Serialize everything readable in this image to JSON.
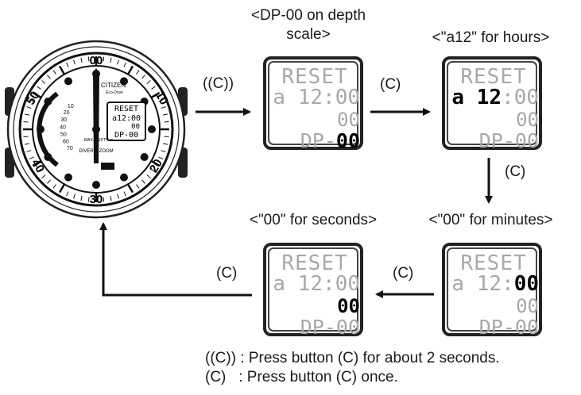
{
  "captions": {
    "dp_scale": "<DP-00 on depth scale>",
    "hours": "<\"a12\" for hours>",
    "minutes": "<\"00\" for minutes>",
    "seconds": "<\"00\" for seconds>"
  },
  "arrow_labels": {
    "long_press": "((C))",
    "press_1": "(C)",
    "press_2": "(C)",
    "press_3": "(C)",
    "press_4": "(C)"
  },
  "lcd_text": {
    "reset": "RESET",
    "hour_prefix": "a",
    "hour": "12",
    "colon": ":",
    "minutes": "00",
    "seconds": "00",
    "dp_prefix": "DP-",
    "dp_value": "00"
  },
  "watch_text": {
    "brand": "CITIZEN",
    "sub": "Eco-Drive",
    "bezel_top": "00",
    "bezel_left": "50",
    "bezel_right": "10",
    "bezel_bottom": "30",
    "bezel_ll": "40",
    "bezel_lr": "20",
    "lcd_reset": "RESET",
    "lcd_time": "a12:00",
    "lcd_sec": "00",
    "lcd_dp": "DP-00",
    "depth_label": "MAX. DEPTH m",
    "dial_name": "DIVER'S ZOOM",
    "depth_ticks": [
      "10",
      "20",
      "30",
      "40",
      "50",
      "60",
      "70"
    ]
  },
  "legend": {
    "line1": "((C)) : Press button (C) for about 2 seconds.",
    "line2": "(C)   : Press button (C) once."
  },
  "colors": {
    "ink": "#1a1a1a",
    "lcd_dim": "#a8a8a8",
    "lcd_on": "#000000"
  }
}
